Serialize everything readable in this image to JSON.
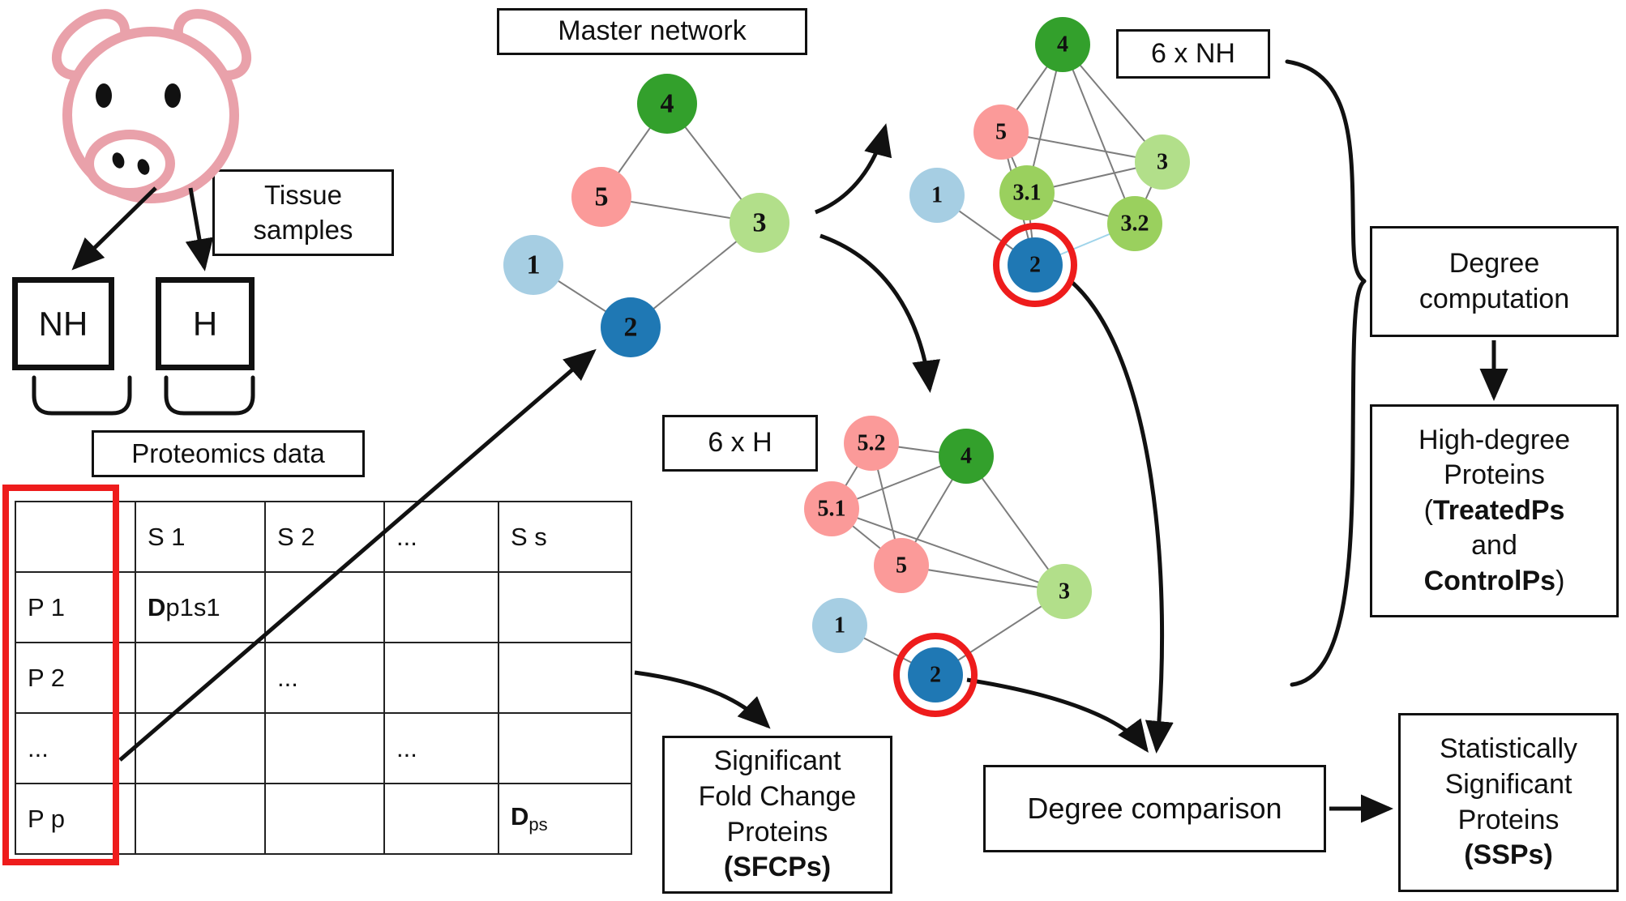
{
  "colors": {
    "pig": "#e9a1aa",
    "highlight": "#ee1c1c",
    "edge": "#7d7d7d",
    "edge_highlight": "#9fd4ea",
    "arrow": "#111111"
  },
  "boxes": {
    "tissue_samples": {
      "line1": "Tissue",
      "line2": "samples"
    },
    "nh": "NH",
    "h": "H",
    "proteomics": "Proteomics data",
    "master_network": "Master network",
    "six_nh": "6 x NH",
    "six_h": "6 x H",
    "degree_computation": {
      "line1": "Degree",
      "line2": "computation"
    },
    "high_degree": {
      "line1": "High-degree",
      "line2": "Proteins",
      "line3_pre": "(",
      "line3_bold": "TreatedPs",
      "line4": "and",
      "line5_bold": "ControlPs",
      "line5_post": ")"
    },
    "degree_comparison": "Degree comparison",
    "sfcps": {
      "line1": "Significant",
      "line2": "Fold Change",
      "line3": "Proteins",
      "line4": "(SFCPs)"
    },
    "ssps": {
      "line1": "Statistically",
      "line2": "Significant",
      "line3": "Proteins",
      "line4": "(SSPs)"
    }
  },
  "table": {
    "headers": [
      "",
      "S 1",
      "S 2",
      "...",
      "S s"
    ],
    "row_labels": [
      "P 1",
      "P 2",
      "...",
      "P p"
    ],
    "cell_p1s1": {
      "bold": "D",
      "rest": "p1s1"
    },
    "cell_p2s2": "...",
    "cell_dots": "...",
    "cell_ppss": {
      "bold": "D",
      "sub": "ps"
    }
  },
  "networks": {
    "master": {
      "nodes": [
        {
          "label": "4",
          "color": "#33a02c"
        },
        {
          "label": "5",
          "color": "#fb9a99"
        },
        {
          "label": "3",
          "color": "#b2df8a"
        },
        {
          "label": "1",
          "color": "#a6cee3"
        },
        {
          "label": "2",
          "color": "#1f78b4"
        }
      ]
    },
    "nh": {
      "nodes": [
        {
          "label": "4",
          "color": "#33a02c"
        },
        {
          "label": "5",
          "color": "#fb9a99"
        },
        {
          "label": "3",
          "color": "#b2df8a"
        },
        {
          "label": "1",
          "color": "#a6cee3"
        },
        {
          "label": "3.1",
          "color": "#9ad05e"
        },
        {
          "label": "3.2",
          "color": "#9ad05e"
        },
        {
          "label": "2",
          "color": "#1f78b4"
        }
      ]
    },
    "h": {
      "nodes": [
        {
          "label": "5.2",
          "color": "#fb9a99"
        },
        {
          "label": "4",
          "color": "#33a02c"
        },
        {
          "label": "5.1",
          "color": "#fb9a99"
        },
        {
          "label": "5",
          "color": "#fb9a99"
        },
        {
          "label": "3",
          "color": "#b2df8a"
        },
        {
          "label": "1",
          "color": "#a6cee3"
        },
        {
          "label": "2",
          "color": "#1f78b4"
        }
      ]
    }
  }
}
